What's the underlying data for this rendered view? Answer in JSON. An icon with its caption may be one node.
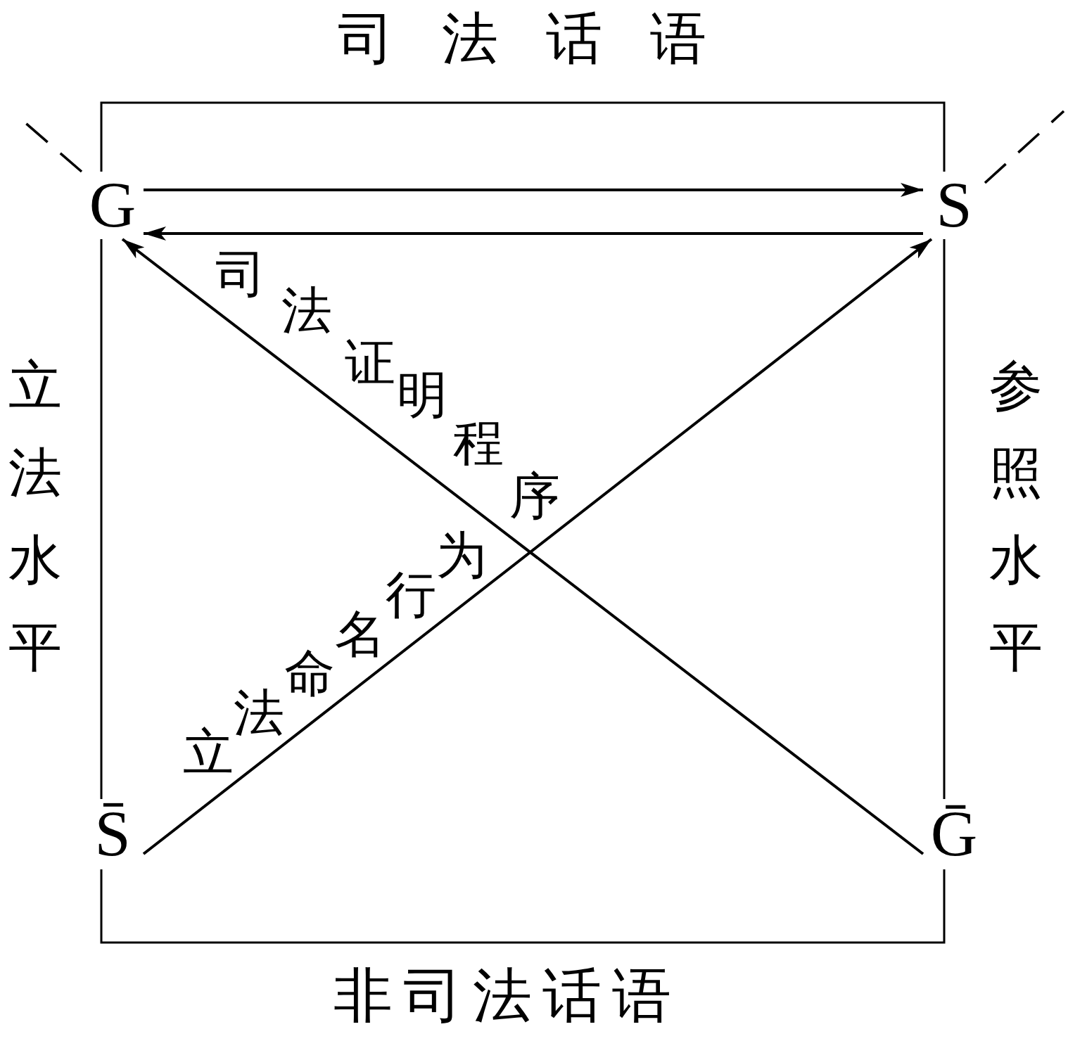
{
  "diagram": {
    "nodes": [
      {
        "text": [
          "G"
        ]
      },
      {
        "text": [
          "S"
        ]
      },
      {
        "text": [
          "S̄"
        ]
      },
      {
        "text": [
          "Ḡ"
        ]
      }
    ],
    "edges": [
      {
        "from": 0,
        "to": 1,
        "arrow": "to"
      },
      {
        "from": 1,
        "to": 0,
        "arrow": "to"
      },
      {
        "from": 3,
        "to": 0,
        "arrow": "to",
        "label": "司法证明程序"
      },
      {
        "from": 2,
        "to": 1,
        "arrow": "to",
        "label": "立法命名行为"
      },
      {
        "from": 0,
        "to": 2,
        "arrow": "none"
      },
      {
        "from": 1,
        "to": 3,
        "arrow": "none"
      },
      {
        "from": 0,
        "to": 1,
        "arrow": "none"
      },
      {
        "from": 2,
        "to": 3,
        "arrow": "none"
      },
      {
        "from": 0,
        "to": null,
        "arrow": "none",
        "style": "dashed"
      },
      {
        "from": 1,
        "to": null,
        "arrow": "none",
        "style": "dashed"
      }
    ],
    "labels": [
      "司法话语",
      "立法水平",
      "参照水平",
      "非司法话语"
    ]
  }
}
